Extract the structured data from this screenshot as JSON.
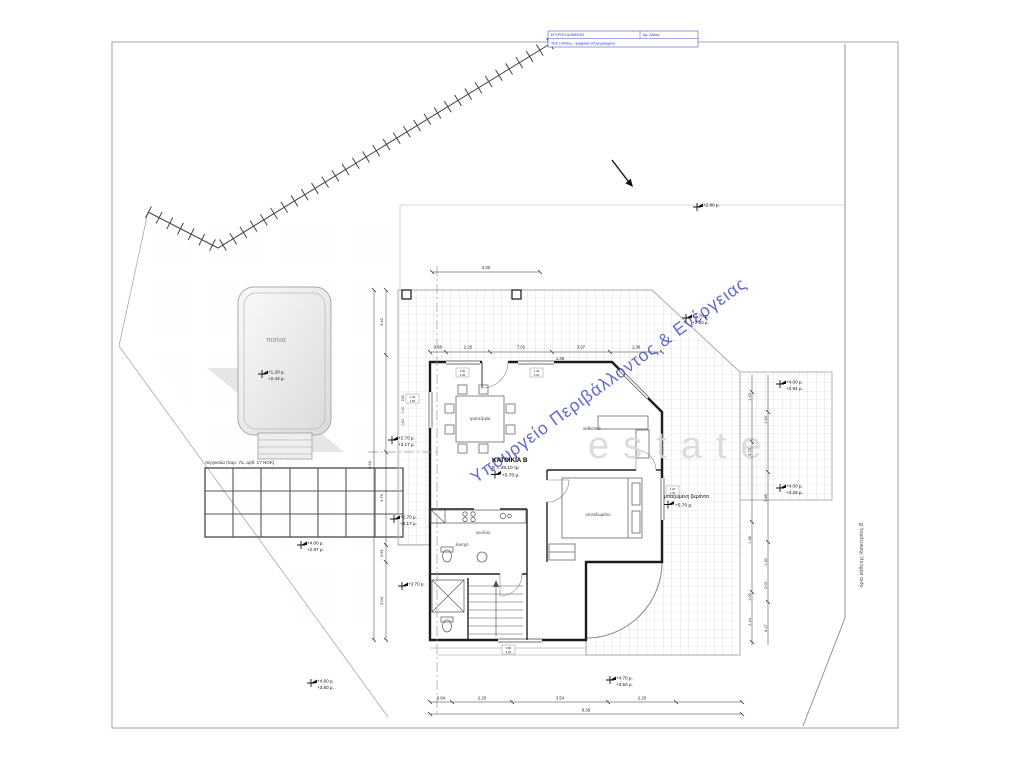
{
  "stamp": {
    "l1": "ΕΓΚΡΙΣΗ ΔΟΜΗΣΗΣ",
    "l2": "Αρ. Αδείας",
    "l3": "ΤΕΕ e-Άδειες - ψηφιακά υπογεγραμμένο"
  },
  "watermarks": {
    "ministry": "Υπουργείο Περιβάλλοντος & Ενέργειας",
    "estate": "estate"
  },
  "labels": {
    "pool": "πισίνα",
    "pergola": "πέργκολα (παρ. 7α, αρθ. 17 ΝΟΚ)",
    "house_title": "ΚΑΤΟΙΚΙΑ Β",
    "house_area": "Ε = 49.10 τμ",
    "house_level": "+5.70 μ.",
    "veranda": "μπαζωμένη βεράντα",
    "veranda_level": "+5.70 μ.",
    "boundary_right": "όρια κάθετης ιδιοκτησίας Β"
  },
  "rooms": {
    "dining": "τραπεζαρία",
    "living": "καθιστικό",
    "bedroom": "υπνοδωμάτιο",
    "kitchen": "κουζίνα",
    "bath": "λουτρό"
  },
  "elevations": [
    {
      "a": "+2.80 μ.",
      "b": ""
    },
    {
      "a": "+2.70 μ.",
      "b": "+2.50 μ."
    },
    {
      "a": "+4.00 μ.",
      "b": "+2.94 μ."
    },
    {
      "a": "+4.00 μ.",
      "b": "+3.28 μ."
    },
    {
      "a": "+2.70 μ.",
      "b": "+3.17 μ."
    },
    {
      "a": "+2.70 μ.",
      "b": "+3.17 μ."
    },
    {
      "a": "+4.00 μ.",
      "b": "+2.87 μ."
    },
    {
      "a": "+3.70 μ.",
      "b": ""
    },
    {
      "a": "+4.60 μ.",
      "b": "+3.60 μ."
    },
    {
      "a": "+4.70 μ.",
      "b": "+3.50 μ."
    },
    {
      "a": "+1.20 μ.",
      "b": "+2.44 μ."
    }
  ],
  "dims": {
    "top": [
      "0.60",
      "2.20",
      "7.02",
      "3.97",
      "1.36"
    ],
    "top_sub": "1.49",
    "top_overall": "4.30",
    "bottom": [
      "0.64",
      "2.20",
      "3.54",
      "2.20"
    ],
    "bottom_overall": "8.38",
    "left": [
      "3.42",
      "3.79",
      "0.61",
      "3.04"
    ],
    "left_overall": "9.93",
    "left_small": [
      "2.60",
      "0.00",
      "0.61"
    ],
    "right_a": [
      "1.43",
      "3.70",
      "1.38",
      "1.00",
      "2.44"
    ],
    "right_b": [
      "1.40",
      "5.86",
      "1.30",
      "0.07",
      "6.47"
    ]
  },
  "tags": [
    {
      "w": "1.40",
      "h": "2.60"
    },
    {
      "w": "0.60",
      "h": "2.20"
    },
    {
      "w": "1.40",
      "h": "2.20"
    },
    {
      "w": "1.20",
      "h": "1.40"
    },
    {
      "w": "0.80",
      "h": "2.20"
    }
  ]
}
